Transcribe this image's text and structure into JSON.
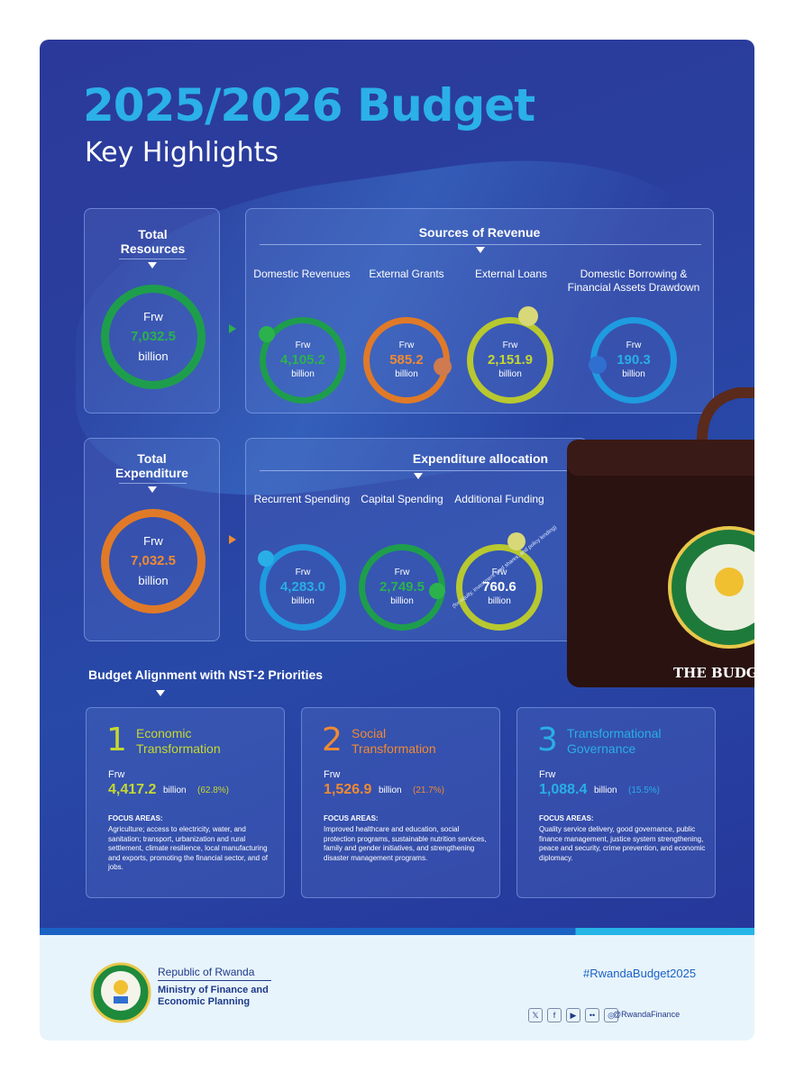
{
  "header": {
    "title": "2025/2026 Budget",
    "subtitle": "Key Highlights"
  },
  "resources": {
    "total_label": "Total Resources",
    "currency": "Frw",
    "total_value": "7,032.5",
    "unit": "billion",
    "sources_title": "Sources of Revenue",
    "sources": [
      {
        "label": "Domestic Revenues",
        "value": "4,105.2",
        "color": "#2bb24c"
      },
      {
        "label": "External Grants",
        "value": "585.2",
        "color": "#f08a32"
      },
      {
        "label": "External Loans",
        "value": "2,151.9",
        "color": "#c6d830"
      },
      {
        "label": "Domestic Borrowing & Financial Assets Drawdown",
        "value": "190.3",
        "color": "#29aee8"
      }
    ]
  },
  "expenditure": {
    "total_label": "Total Expenditure",
    "currency": "Frw",
    "total_value": "7,032.5",
    "unit": "billion",
    "alloc_title": "Expenditure allocation",
    "items": [
      {
        "label": "Recurrent Spending",
        "value": "4,283.0",
        "color": "#29aee8"
      },
      {
        "label": "Capital Spending",
        "value": "2,749.5",
        "color": "#2bb24c"
      },
      {
        "label": "Additional Funding",
        "value": "760.6",
        "color": "#c6d830"
      }
    ],
    "note": "(for equity, investment fund shares, and policy lending)"
  },
  "briefcase": {
    "label": "THE BUDGET"
  },
  "priorities": {
    "title": "Budget Alignment with NST-2 Priorities",
    "items": [
      {
        "num": "1",
        "title": "Economic Transformation",
        "currency": "Frw",
        "value": "4,417.2",
        "unit": "billion",
        "pct": "(62.8%)",
        "color": "#c6d830",
        "focus_label": "FOCUS AREAS:",
        "focus": "Agriculture; access to electricity, water, and sanitation; transport, urbanization and rural settlement, climate resilience, local manufacturing and exports, promoting the financial sector, and of jobs."
      },
      {
        "num": "2",
        "title": "Social Transformation",
        "currency": "Frw",
        "value": "1,526.9",
        "unit": "billion",
        "pct": "(21.7%)",
        "color": "#f08a32",
        "focus_label": "FOCUS AREAS:",
        "focus": "Improved healthcare and education, social protection programs, sustainable nutrition services, family and gender initiatives, and strengthening disaster management programs."
      },
      {
        "num": "3",
        "title": "Transformational Governance",
        "currency": "Frw",
        "value": "1,088.4",
        "unit": "billion",
        "pct": "(15.5%)",
        "color": "#29aee8",
        "focus_label": "FOCUS AREAS:",
        "focus": "Quality service delivery, good governance, public finance management, justice system strengthening, peace and security, crime prevention, and economic diplomacy."
      }
    ]
  },
  "footer": {
    "republic": "Republic of Rwanda",
    "ministry": "Ministry of Finance and Economic Planning",
    "hashtag": "#RwandaBudget2025",
    "handle": "@RwandaFinance",
    "social_icons": [
      "x-icon",
      "facebook-icon",
      "youtube-icon",
      "flickr-icon",
      "instagram-icon"
    ]
  }
}
